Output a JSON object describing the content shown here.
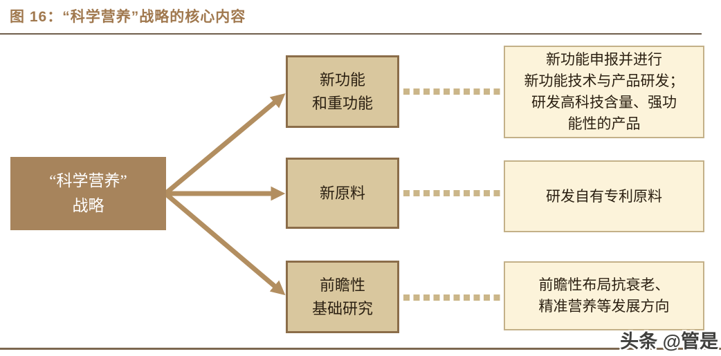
{
  "figure": {
    "title": "图 16：“科学营养”战略的核心内容"
  },
  "diagram": {
    "root": {
      "label": "“科学营养”\n战略"
    },
    "branches": [
      {
        "label": "新功能\n和重功能",
        "detail": "新功能申报并进行\n新功能技术与产品研发；\n研发高科技含量、强功\n能性的产品"
      },
      {
        "label": "新原料",
        "detail": "研发自有专利原料"
      },
      {
        "label": "前瞻性\n基础研究",
        "detail": "前瞻性布局抗衰老、\n精准营养等发展方向"
      }
    ]
  },
  "watermark": {
    "text": "头条 @管是"
  },
  "colors": {
    "title_text": "#a0784e",
    "root_box_fill": "#a7845c",
    "root_box_text": "#ffffff",
    "branch_box_fill": "#d9c79e",
    "branch_box_border": "#8b6d49",
    "detail_box_fill": "#fcf3da",
    "detail_box_border": "#c3b088",
    "box_text": "#2b2012",
    "arrow": "#b28e60",
    "dots": "#cbb689",
    "title_rule": "#6f5e4c",
    "bottom_rule": "#7c6750"
  }
}
